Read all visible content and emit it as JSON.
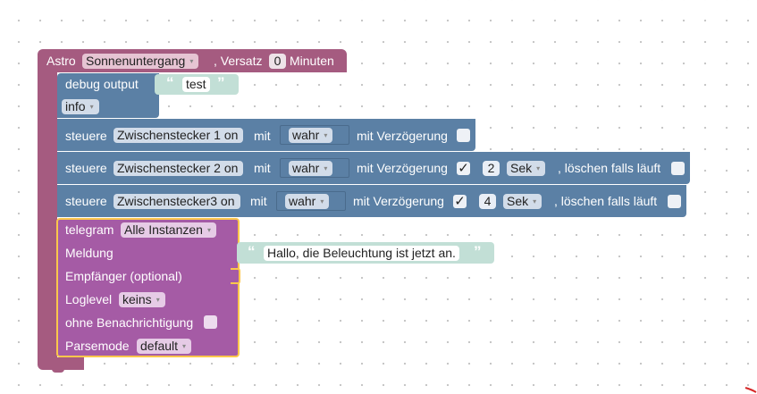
{
  "astro": {
    "label": "Astro",
    "event": "Sonnenuntergang",
    "offset_label": ", Versatz",
    "offset": "0",
    "unit": "Minuten"
  },
  "debug": {
    "label": "debug output",
    "text": "test",
    "level": "info"
  },
  "controls": [
    {
      "label": "steuere",
      "device": "Zwischenstecker 1 on",
      "with": "mit",
      "value": "wahr",
      "delay_label": "mit Verzögerung",
      "delay_checked": false
    },
    {
      "label": "steuere",
      "device": "Zwischenstecker 2 on",
      "with": "mit",
      "value": "wahr",
      "delay_label": "mit Verzögerung",
      "delay_checked": true,
      "delay_mark": "✓",
      "delay_value": "2",
      "delay_unit": "Sek",
      "clear_label": ", löschen falls läuft",
      "clear_checked": false
    },
    {
      "label": "steuere",
      "device": "Zwischenstecker3 on",
      "with": "mit",
      "value": "wahr",
      "delay_label": "mit Verzögerung",
      "delay_checked": true,
      "delay_mark": "✓",
      "delay_value": "4",
      "delay_unit": "Sek",
      "clear_label": ", löschen falls läuft",
      "clear_checked": false
    }
  ],
  "telegram": {
    "label": "telegram",
    "instance": "Alle Instanzen",
    "message_label": "Meldung",
    "message": "Hallo, die Beleuchtung ist jetzt an.",
    "recipient_label": "Empfänger (optional)",
    "loglevel_label": "Loglevel",
    "loglevel": "keins",
    "silent_label": "ohne Benachrichtigung",
    "silent_checked": false,
    "parsemode_label": "Parsemode",
    "parsemode": "default"
  },
  "glyphs": {
    "dropdown_arrow": "▾",
    "quote_open": "“",
    "quote_close": "”"
  },
  "colors": {
    "astro_block": "#a55b80",
    "action_block": "#5b80a5",
    "string_block": "#c2dfd6",
    "telegram_block": "#a55ba5",
    "selection_outline": "#fcc74b"
  }
}
